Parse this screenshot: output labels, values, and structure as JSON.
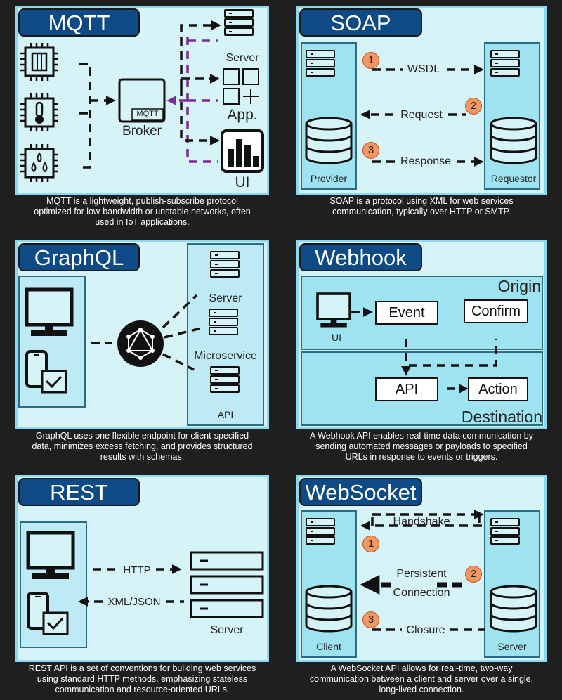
{
  "mqtt": {
    "title": "MQTT",
    "broker_chip": "MQTT",
    "broker_label": "Broker",
    "server_label": "Server",
    "app_label": "App.",
    "ui_label": "UI",
    "caption": "MQTT is a lightweight, publish-subscribe protocol\noptimized for low-bandwidth or unstable networks, often\nused in IoT applications."
  },
  "soap": {
    "title": "SOAP",
    "wsdl": "WSDL",
    "request": "Request",
    "response": "Response",
    "provider": "Provider",
    "requestor": "Requestor",
    "steps": [
      "1",
      "2",
      "3"
    ],
    "caption": "SOAP is a protocol using XML for web services\ncommunication, typically over HTTP or SMTP."
  },
  "graphql": {
    "title": "GraphQL",
    "server": "Server",
    "microservice": "Microservice",
    "api": "API",
    "caption": "GraphQL uses one flexible endpoint for client-specified\ndata, minimizes excess fetching, and provides structured\nresults with schemas."
  },
  "webhook": {
    "title": "Webhook",
    "origin": "Origin",
    "destination": "Destination",
    "ui": "UI",
    "event": "Event",
    "confirm": "Confirm",
    "api": "API",
    "action": "Action",
    "caption": "A Webhook API enables real-time data communication by\nsending automated messages or payloads to specified\nURLs in response to events or triggers."
  },
  "rest": {
    "title": "REST",
    "http": "HTTP",
    "xmljson": "XML/JSON",
    "server": "Server",
    "caption": "REST API is a set of conventions for building web services\nusing standard HTTP methods, emphasizing stateless\ncommunication and resource-oriented URLs."
  },
  "websocket": {
    "title": "WebSocket",
    "handshake": "Handshake",
    "persistent": "Persistent",
    "connection": "Connection",
    "closure": "Closure",
    "client": "Client",
    "server": "Server",
    "steps": [
      "1",
      "2",
      "3"
    ],
    "caption": "A WebSocket API allows for real-time, two-way\ncommunication between a client and server over a single,\nlong-lived connection."
  },
  "colors": {
    "background": "#1f1f1f",
    "panel": "#d6f3f8",
    "panel_border": "#8fd6ef",
    "title_bg": "#0d4a86",
    "accent_purple": "#7a2a9a",
    "step_orange": "#f39860"
  }
}
